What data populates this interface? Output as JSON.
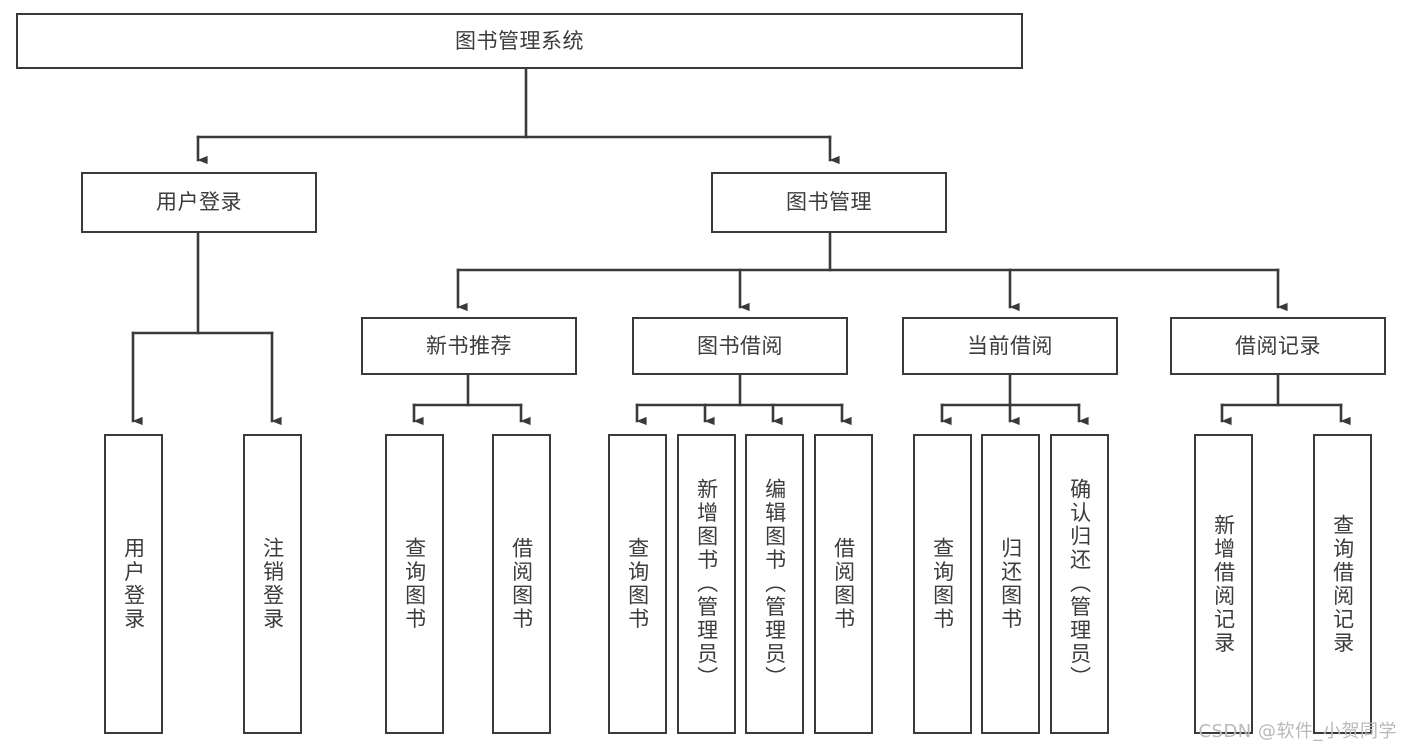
{
  "diagram": {
    "title": "图书管理系统",
    "type": "tree",
    "stroke_color": "#3a3a3a",
    "text_color": "#3c3c3c",
    "background_color": "#ffffff"
  },
  "root": {
    "label": "图书管理系统"
  },
  "level2": [
    {
      "label": "用户登录"
    },
    {
      "label": "图书管理"
    }
  ],
  "level3": [
    {
      "label": "新书推荐"
    },
    {
      "label": "图书借阅"
    },
    {
      "label": "当前借阅"
    },
    {
      "label": "借阅记录"
    }
  ],
  "leaves": {
    "user_login": [
      {
        "label": "用户登录"
      },
      {
        "label": "注销登录"
      }
    ],
    "new_book_recommend": [
      {
        "label": "查询图书"
      },
      {
        "label": "借阅图书"
      }
    ],
    "book_borrow": [
      {
        "label": "查询图书"
      },
      {
        "label": "新增图书（管理员）"
      },
      {
        "label": "编辑图书（管理员）"
      },
      {
        "label": "借阅图书"
      }
    ],
    "current_borrow": [
      {
        "label": "查询图书"
      },
      {
        "label": "归还图书"
      },
      {
        "label": "确认归还（管理员）"
      }
    ],
    "borrow_record": [
      {
        "label": "新增借阅记录"
      },
      {
        "label": "查询借阅记录"
      }
    ]
  },
  "watermark": {
    "text": "CSDN @软件_小贺同学"
  }
}
